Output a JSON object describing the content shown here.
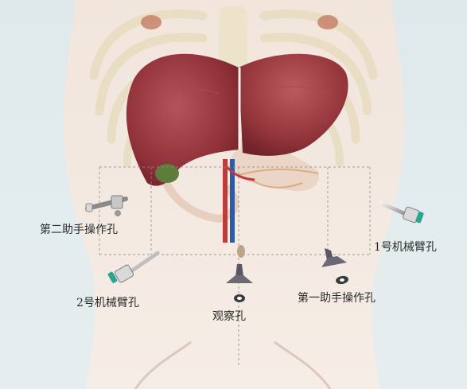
{
  "labels": {
    "assistant_port_2": "第二助手操作孔",
    "arm_port_1": "1号机械臂孔",
    "arm_port_2": "2号机械臂孔",
    "observation_port": "观察孔",
    "assistant_port_1": "第一助手操作孔"
  }
}
